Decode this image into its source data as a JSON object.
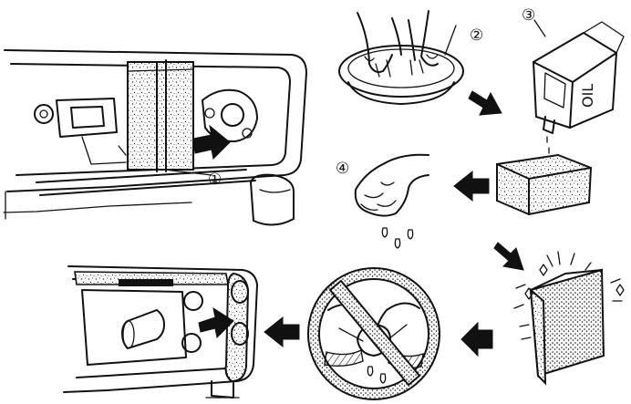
{
  "callouts": {
    "one": "①",
    "two": "②",
    "three": "③",
    "four": "④"
  },
  "oil_can_label": "OIL"
}
